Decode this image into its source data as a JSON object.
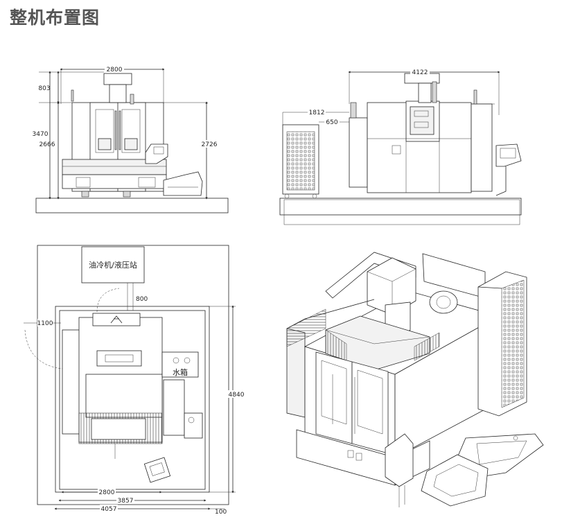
{
  "title": "整机布置图",
  "front_view": {
    "dims": {
      "width": "2800",
      "top": "803",
      "total_height": "3470",
      "lower_height": "2666",
      "right_height": "2726"
    }
  },
  "side_view": {
    "dims": {
      "width": "4122",
      "left_offset": "1812",
      "inner_offset": "650"
    }
  },
  "plan_view": {
    "labels": {
      "hydraulic": "油冷机/液压站",
      "water_tank": "水箱"
    },
    "dims": {
      "top_gap": "800",
      "left_gap": "1100",
      "height": "4840",
      "w1": "2800",
      "w2": "3857",
      "w3": "4057",
      "edge": "100"
    }
  },
  "colors": {
    "line": "#222222",
    "title": "#555555",
    "panel": "#f2f2f2"
  }
}
